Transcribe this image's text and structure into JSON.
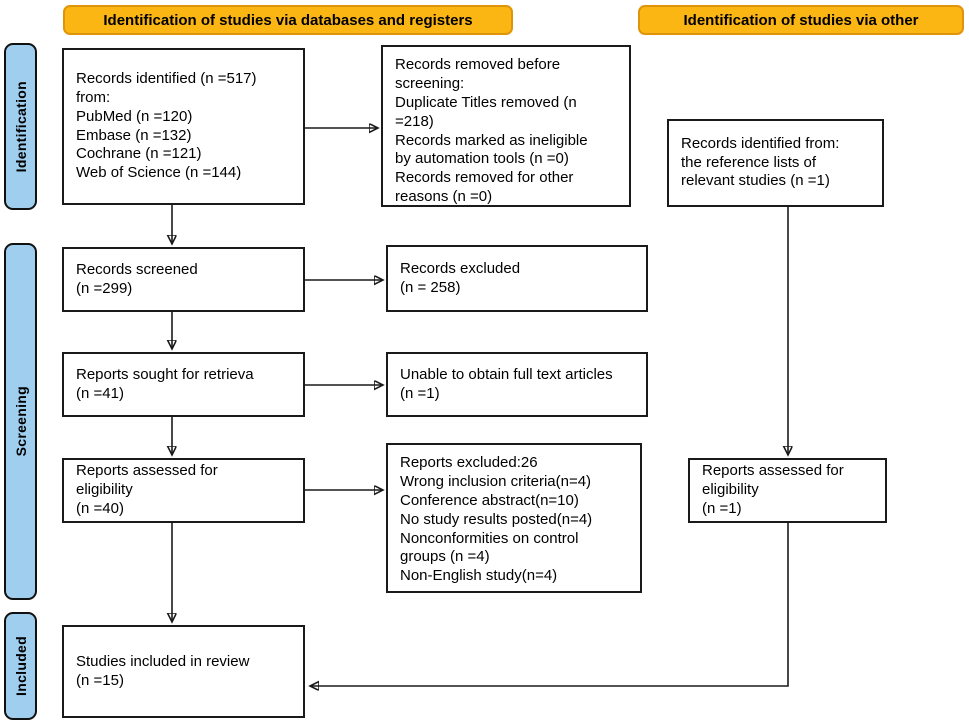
{
  "diagram": {
    "headers": {
      "databases": "Identification of studies via databases and registers",
      "other": "Identification of studies via other"
    },
    "stages": {
      "identification": "Identification",
      "screening": "Screening",
      "included": "Included"
    },
    "boxes": {
      "records_identified": "Records identified (n =517)\nfrom:\nPubMed (n =120)\nEmbase (n =132)\nCochrane (n =121)\nWeb of Science (n =144)",
      "records_removed": "Records removed before\nscreening:\nDuplicate Titles removed (n\n=218)\nRecords marked as ineligible\nby automation tools (n =0)\nRecords removed for other\nreasons (n =0)",
      "records_identified_other": "Records identified from:\nthe reference lists of\nrelevant studies (n =1)",
      "records_screened": "Records screened\n(n =299)",
      "records_excluded": "Records excluded\n(n = 258)",
      "reports_sought": "Reports sought for retrieva\n(n =41)",
      "unable_full_text": "Unable to obtain full text articles\n(n =1)",
      "reports_assessed": "Reports assessed for\neligibility\n(n =40)",
      "reports_excluded": "Reports excluded:26\nWrong inclusion criteria(n=4)\nConference abstract(n=10)\nNo study results posted(n=4)\nNonconformities on control\ngroups (n =4)\nNon-English study(n=4)",
      "reports_assessed_other": "Reports assessed for\neligibility\n(n =1)",
      "studies_included": "Studies included in review\n(n =15)"
    },
    "colors": {
      "header_bg": "#FBB614",
      "header_border": "#E0940B",
      "stage_bg": "#9FCEEF",
      "line": "#1A1A1A"
    }
  }
}
